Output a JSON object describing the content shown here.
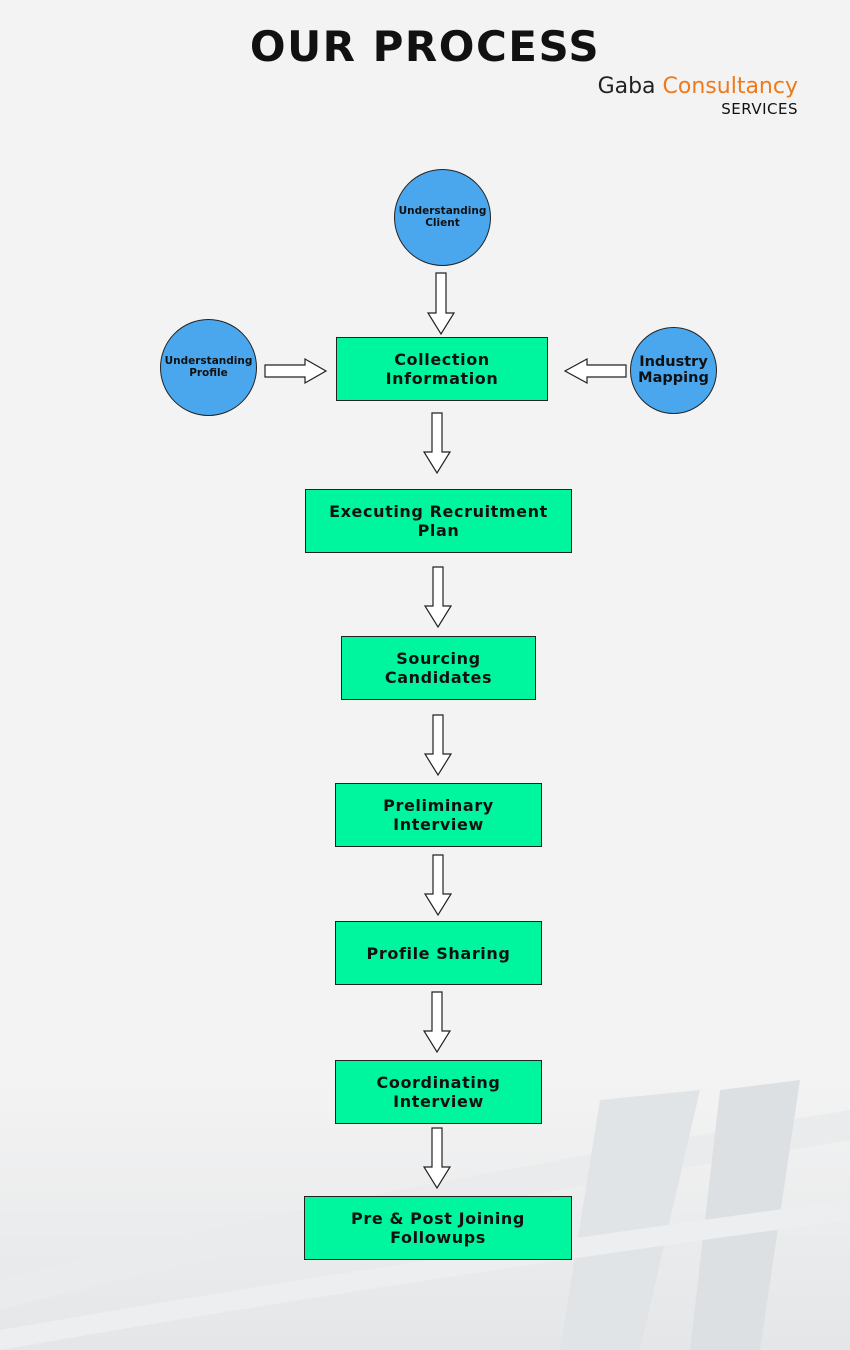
{
  "header": {
    "title": "OUR PROCESS",
    "brand_name_part1": "Gaba",
    "brand_name_part2": "Consultancy",
    "brand_sub": "SERVICES"
  },
  "inputs": {
    "top": "Understanding\nClient",
    "left": "Understanding\nProfile",
    "right": "Industry\nMapping"
  },
  "steps": [
    "Collection Information",
    "Executing Recruitment Plan",
    "Sourcing Candidates",
    "Preliminary Interview",
    "Profile Sharing",
    "Coordinating Interview",
    "Pre & Post Joining Followups"
  ],
  "colors": {
    "step_fill": "#00f59f",
    "circle_fill": "#4aa7ee",
    "brand_accent": "#f07a1a",
    "background": "#f3f3f3"
  }
}
